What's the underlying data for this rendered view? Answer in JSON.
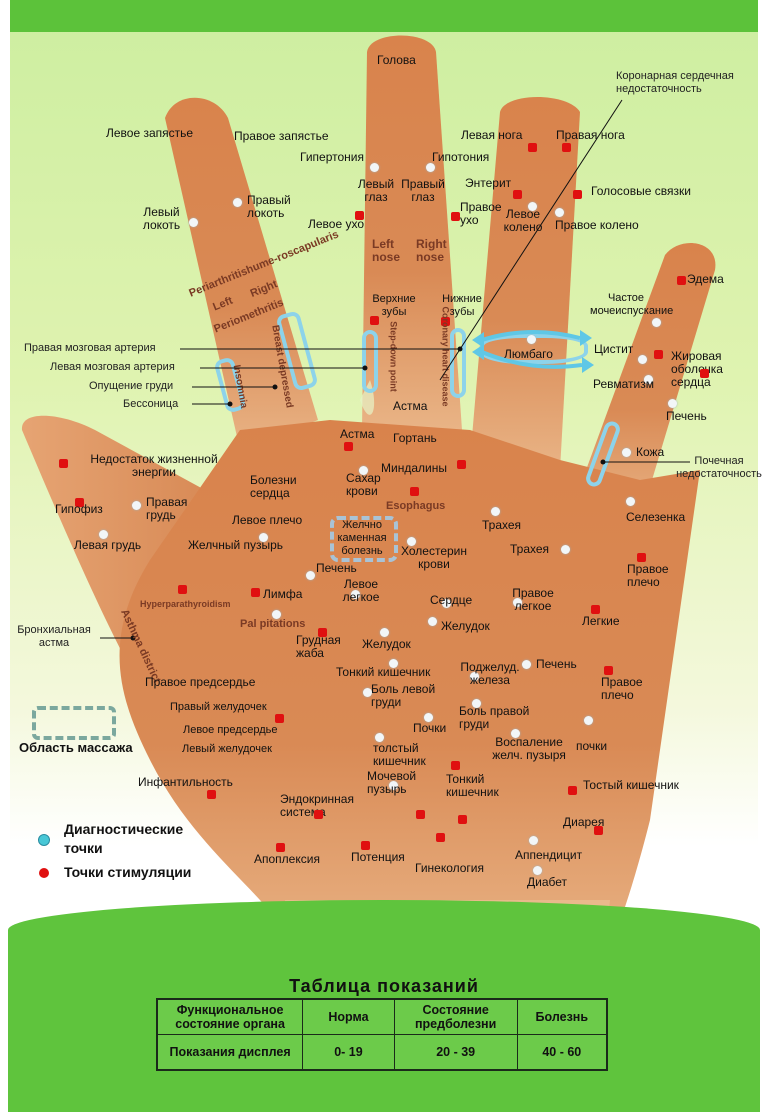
{
  "title": "Таблица показаний",
  "colors": {
    "green_band": "#5fc43d",
    "background": "#d9f1ab",
    "skin": "#d4834e",
    "stimulation_point": "#e01010",
    "diagnostic_point": "#f2f6f8",
    "legend_diagnostic": "#48c7d6",
    "massage_area": "#7ba89e",
    "highlight_band": "#8dd3ea"
  },
  "fingers": {
    "index": {
      "labels": [
        "Левое запястье",
        "Правое запястье",
        "Левый локоть",
        "Правый локоть",
        "Periarthritishume-roscapularis",
        "Left",
        "Right",
        "Periomethritis",
        "Breast depressed",
        "Left",
        "Right",
        "Insomnia"
      ]
    },
    "middle": {
      "labels": [
        "Голова",
        "Гипертония",
        "Гипотония",
        "Левый глаз",
        "Правый глаз",
        "Левое ухо",
        "Правое ухо",
        "Left nose",
        "Right nose",
        "Верхние зубы",
        "Нижние зубы",
        "Step-down point",
        "Coronary heart disease",
        "Астма"
      ]
    },
    "ring": {
      "labels": [
        "Левая нога",
        "Правая нога",
        "Энтерит",
        "Голосовые связки",
        "Левое колено",
        "Правое колено",
        "Люмбаго"
      ]
    },
    "little": {
      "labels": [
        "Эдема",
        "Частое мочеиспускание",
        "Цистит",
        "Жировая оболочка сердца",
        "Ревматизм",
        "Печень",
        "Кожа"
      ]
    }
  },
  "callouts": {
    "coronary": "Коронарная сердечная недостаточность",
    "right_cerebral": "Правая мозговая артерия",
    "left_cerebral": "Левая мозговая артерия",
    "breast_ptosis": "Опущение груди",
    "insomnia": "Бессоница",
    "renal": "Почечная недостаточность",
    "bronchial": "Бронхиальная астма"
  },
  "palm": {
    "thumb": [
      "Недостаток жизненной энергии",
      "Гипофиз",
      "Правая грудь",
      "Левая грудь",
      "Hyperparathyroidism",
      "Asthma district"
    ],
    "upper": [
      "Астма",
      "Гортань",
      "Миндалины",
      "Esophagus",
      "Болезни сердца",
      "Сахар крови",
      "Левое плечо",
      "Желчный пузырь",
      "Желчно каменная болезнь",
      "Холестерин крови",
      "Печень",
      "Лимфа",
      "Левое легкое",
      "Pal pitations",
      "Грудная жаба",
      "Сердце",
      "Желудок",
      "Желудок"
    ],
    "right_upper": [
      "Трахея",
      "Трахея",
      "Селезенка",
      "Правое плечо",
      "Правое легкое",
      "Легкие"
    ],
    "middle": [
      "Тонкий кишечник",
      "Поджелуд. железа",
      "Печень",
      "Правое плечо",
      "Боль левой груди",
      "Боль правой груди",
      "Почки",
      "почки",
      "толстый кишечник",
      "Воспаление желч. пузыря",
      "Мочевой пузырь",
      "Тонкий кишечник",
      "Тостый кишечник"
    ],
    "heart": [
      "Правое предсердье",
      "Правый желудочек",
      "Левое предсердье",
      "Левый желудочек"
    ],
    "lower": [
      "Инфантильность",
      "Эндокринная система",
      "Апоплексия",
      "Потенция",
      "Гинекология",
      "Диарея",
      "Аппендицит",
      "Диабет"
    ]
  },
  "legend": {
    "massage_area": "Область  массажа",
    "diagnostic": "Диагностические точки",
    "diagnostic_line1": "Диагностические",
    "diagnostic_line2": "точки",
    "stimulation": "Точки стимуляции"
  },
  "table": {
    "title": "Таблица  показаний",
    "header": [
      "Функциональное состояние органа",
      "Норма",
      "Состояние предболезни",
      "Болезнь"
    ],
    "rows": [
      [
        "Показания дисплея",
        "0- 19",
        "20 - 39",
        "40 - 60"
      ]
    ]
  },
  "chart_data": {
    "type": "table",
    "title": "Таблица показаний",
    "columns": [
      "Функциональное состояние органа",
      "Норма",
      "Состояние предболезни",
      "Болезнь"
    ],
    "rows": [
      [
        "Показания дисплея",
        "0-19",
        "20-39",
        "40-60"
      ]
    ]
  }
}
